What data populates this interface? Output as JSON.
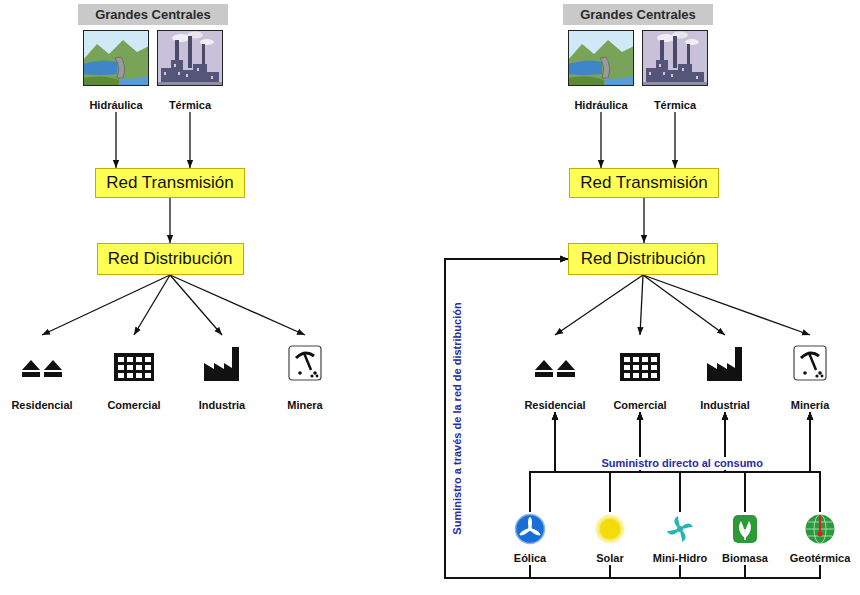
{
  "diagram": {
    "nodes": [
      {
        "text": [
          "Grandes Centrales"
        ]
      },
      {
        "text": [
          "Hidráulica"
        ],
        "in": 0
      },
      {
        "text": [
          "Térmica"
        ],
        "in": 0
      },
      {
        "text": [
          "Red Transmisión"
        ]
      },
      {
        "text": [
          "Red Distribución"
        ]
      },
      {
        "text": [
          "Residencial"
        ]
      },
      {
        "text": [
          "Comercial"
        ]
      },
      {
        "text": [
          "Industria"
        ]
      },
      {
        "text": [
          "Minera"
        ]
      },
      {
        "text": [
          "Grandes Centrales"
        ]
      },
      {
        "text": [
          "Hidráulica"
        ],
        "in": 9
      },
      {
        "text": [
          "Térmica"
        ],
        "in": 9
      },
      {
        "text": [
          "Red Transmisión"
        ]
      },
      {
        "text": [
          "Red Distribución"
        ]
      },
      {
        "text": [
          "Residencial"
        ]
      },
      {
        "text": [
          "Comercial"
        ]
      },
      {
        "text": [
          "Industrial"
        ]
      },
      {
        "text": [
          "Minería"
        ]
      },
      {
        "text": [
          "Eólica"
        ]
      },
      {
        "text": [
          "Solar"
        ]
      },
      {
        "text": [
          "Mini-Hidro"
        ]
      },
      {
        "text": [
          "Biomasa"
        ]
      },
      {
        "text": [
          "Geotérmica"
        ]
      }
    ],
    "edges": [
      {
        "from": 1,
        "to": 3,
        "arrow": "to"
      },
      {
        "from": 2,
        "to": 3,
        "arrow": "to"
      },
      {
        "from": 3,
        "to": 4,
        "arrow": "to"
      },
      {
        "from": 4,
        "to": 5,
        "arrow": "to"
      },
      {
        "from": 4,
        "to": 6,
        "arrow": "to"
      },
      {
        "from": 4,
        "to": 7,
        "arrow": "to"
      },
      {
        "from": 4,
        "to": 8,
        "arrow": "to"
      },
      {
        "from": 10,
        "to": 12,
        "arrow": "to"
      },
      {
        "from": 11,
        "to": 12,
        "arrow": "to"
      },
      {
        "from": 12,
        "to": 13,
        "arrow": "to"
      },
      {
        "from": 13,
        "to": 14,
        "arrow": "to"
      },
      {
        "from": 13,
        "to": 15,
        "arrow": "to"
      },
      {
        "from": 13,
        "to": 16,
        "arrow": "to"
      },
      {
        "from": 13,
        "to": 17,
        "arrow": "to"
      },
      {
        "from": 18,
        "to": 14,
        "arrow": "to"
      },
      {
        "from": 18,
        "to": 15,
        "arrow": "to"
      },
      {
        "from": 18,
        "to": 16,
        "arrow": "to"
      },
      {
        "from": 18,
        "to": 17,
        "arrow": "to"
      },
      {
        "from": 19,
        "to": 14,
        "arrow": "to"
      },
      {
        "from": 19,
        "to": 15,
        "arrow": "to"
      },
      {
        "from": 19,
        "to": 16,
        "arrow": "to"
      },
      {
        "from": 19,
        "to": 17,
        "arrow": "to"
      },
      {
        "from": 20,
        "to": 14,
        "arrow": "to"
      },
      {
        "from": 20,
        "to": 15,
        "arrow": "to"
      },
      {
        "from": 20,
        "to": 16,
        "arrow": "to"
      },
      {
        "from": 20,
        "to": 17,
        "arrow": "to"
      },
      {
        "from": 21,
        "to": 14,
        "arrow": "to"
      },
      {
        "from": 21,
        "to": 15,
        "arrow": "to"
      },
      {
        "from": 21,
        "to": 16,
        "arrow": "to"
      },
      {
        "from": 21,
        "to": 17,
        "arrow": "to"
      },
      {
        "from": 22,
        "to": 14,
        "arrow": "to"
      },
      {
        "from": 22,
        "to": 15,
        "arrow": "to"
      },
      {
        "from": 22,
        "to": 16,
        "arrow": "to"
      },
      {
        "from": 22,
        "to": 17,
        "arrow": "to"
      },
      {
        "from": 18,
        "to": 13,
        "arrow": "to"
      },
      {
        "from": 19,
        "to": 13,
        "arrow": "to"
      },
      {
        "from": 20,
        "to": 13,
        "arrow": "to"
      },
      {
        "from": 21,
        "to": 13,
        "arrow": "to"
      },
      {
        "from": 22,
        "to": 13,
        "arrow": "to"
      }
    ],
    "labels": [
      "Suministro directo al consumo",
      "Suministro a través de la red de distribución"
    ]
  }
}
